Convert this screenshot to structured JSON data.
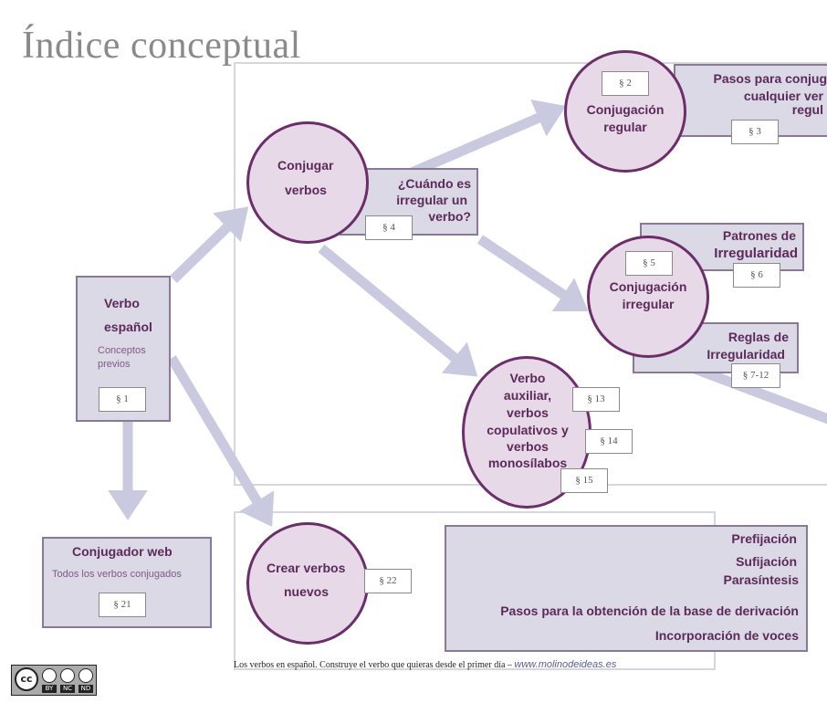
{
  "title": "Índice conceptual",
  "nodes": {
    "verbo_espanol": {
      "title_line1": "Verbo",
      "title_line2": "español",
      "sub_line1": "Conceptos",
      "sub_line2": "previos",
      "tag": "§ 1"
    },
    "conjugador_web": {
      "title": "Conjugador web",
      "sub": "Todos los verbos conjugados",
      "tag": "§ 21"
    },
    "conjugar_verbos": {
      "line1": "Conjugar",
      "line2": "verbos"
    },
    "cuando_irregular": {
      "line1": "¿Cuándo es",
      "line2": "irregular un",
      "line3": "verbo?",
      "tag": "§ 4"
    },
    "conjugacion_regular": {
      "line1": "Conjugación",
      "line2": "regular",
      "tag": "§ 2"
    },
    "pasos_conjugar": {
      "line1": "Pasos para conjug",
      "line2": "cualquier ver",
      "line3": "regul",
      "tag": "§ 3"
    },
    "patrones": {
      "line1": "Patrones de",
      "line2": "Irregularidad",
      "tag": "§ 6"
    },
    "conjugacion_irregular": {
      "line1": "Conjugación",
      "line2": "irregular",
      "tag": "§ 5"
    },
    "reglas": {
      "line1": "Reglas de",
      "line2": "Irregularidad",
      "tag": "§ 7-12"
    },
    "verbo_auxiliar": {
      "line1": "Verbo",
      "line2": "auxiliar,",
      "line3": "verbos",
      "line4": "copulativos y",
      "line5": "verbos",
      "line6": "monosílabos",
      "tag1": "§ 13",
      "tag2": "§ 14",
      "tag3": "§ 15"
    },
    "crear_verbos": {
      "line1": "Crear verbos",
      "line2": "nuevos",
      "tag": "§ 22"
    },
    "derivacion": {
      "item1": "Prefijación",
      "item2": "Sufijación",
      "item3": "Parasíntesis",
      "item4": "Pasos para la obtención de la base de derivación",
      "item5": "Incorporación de voces"
    }
  },
  "footer": {
    "text": "Los verbos en español. Construye el verbo que quieras desde el primer día –",
    "url": "www.molinodeideas.es"
  },
  "license": {
    "badge": "cc",
    "labels": [
      "BY",
      "NC",
      "ND"
    ]
  },
  "colors": {
    "circle_fill": "#e7d9e7",
    "circle_border": "#6b2e6b",
    "box_fill": "#dcd9e6",
    "arrow": "#c9c9df",
    "text": "#5b2a5b"
  }
}
